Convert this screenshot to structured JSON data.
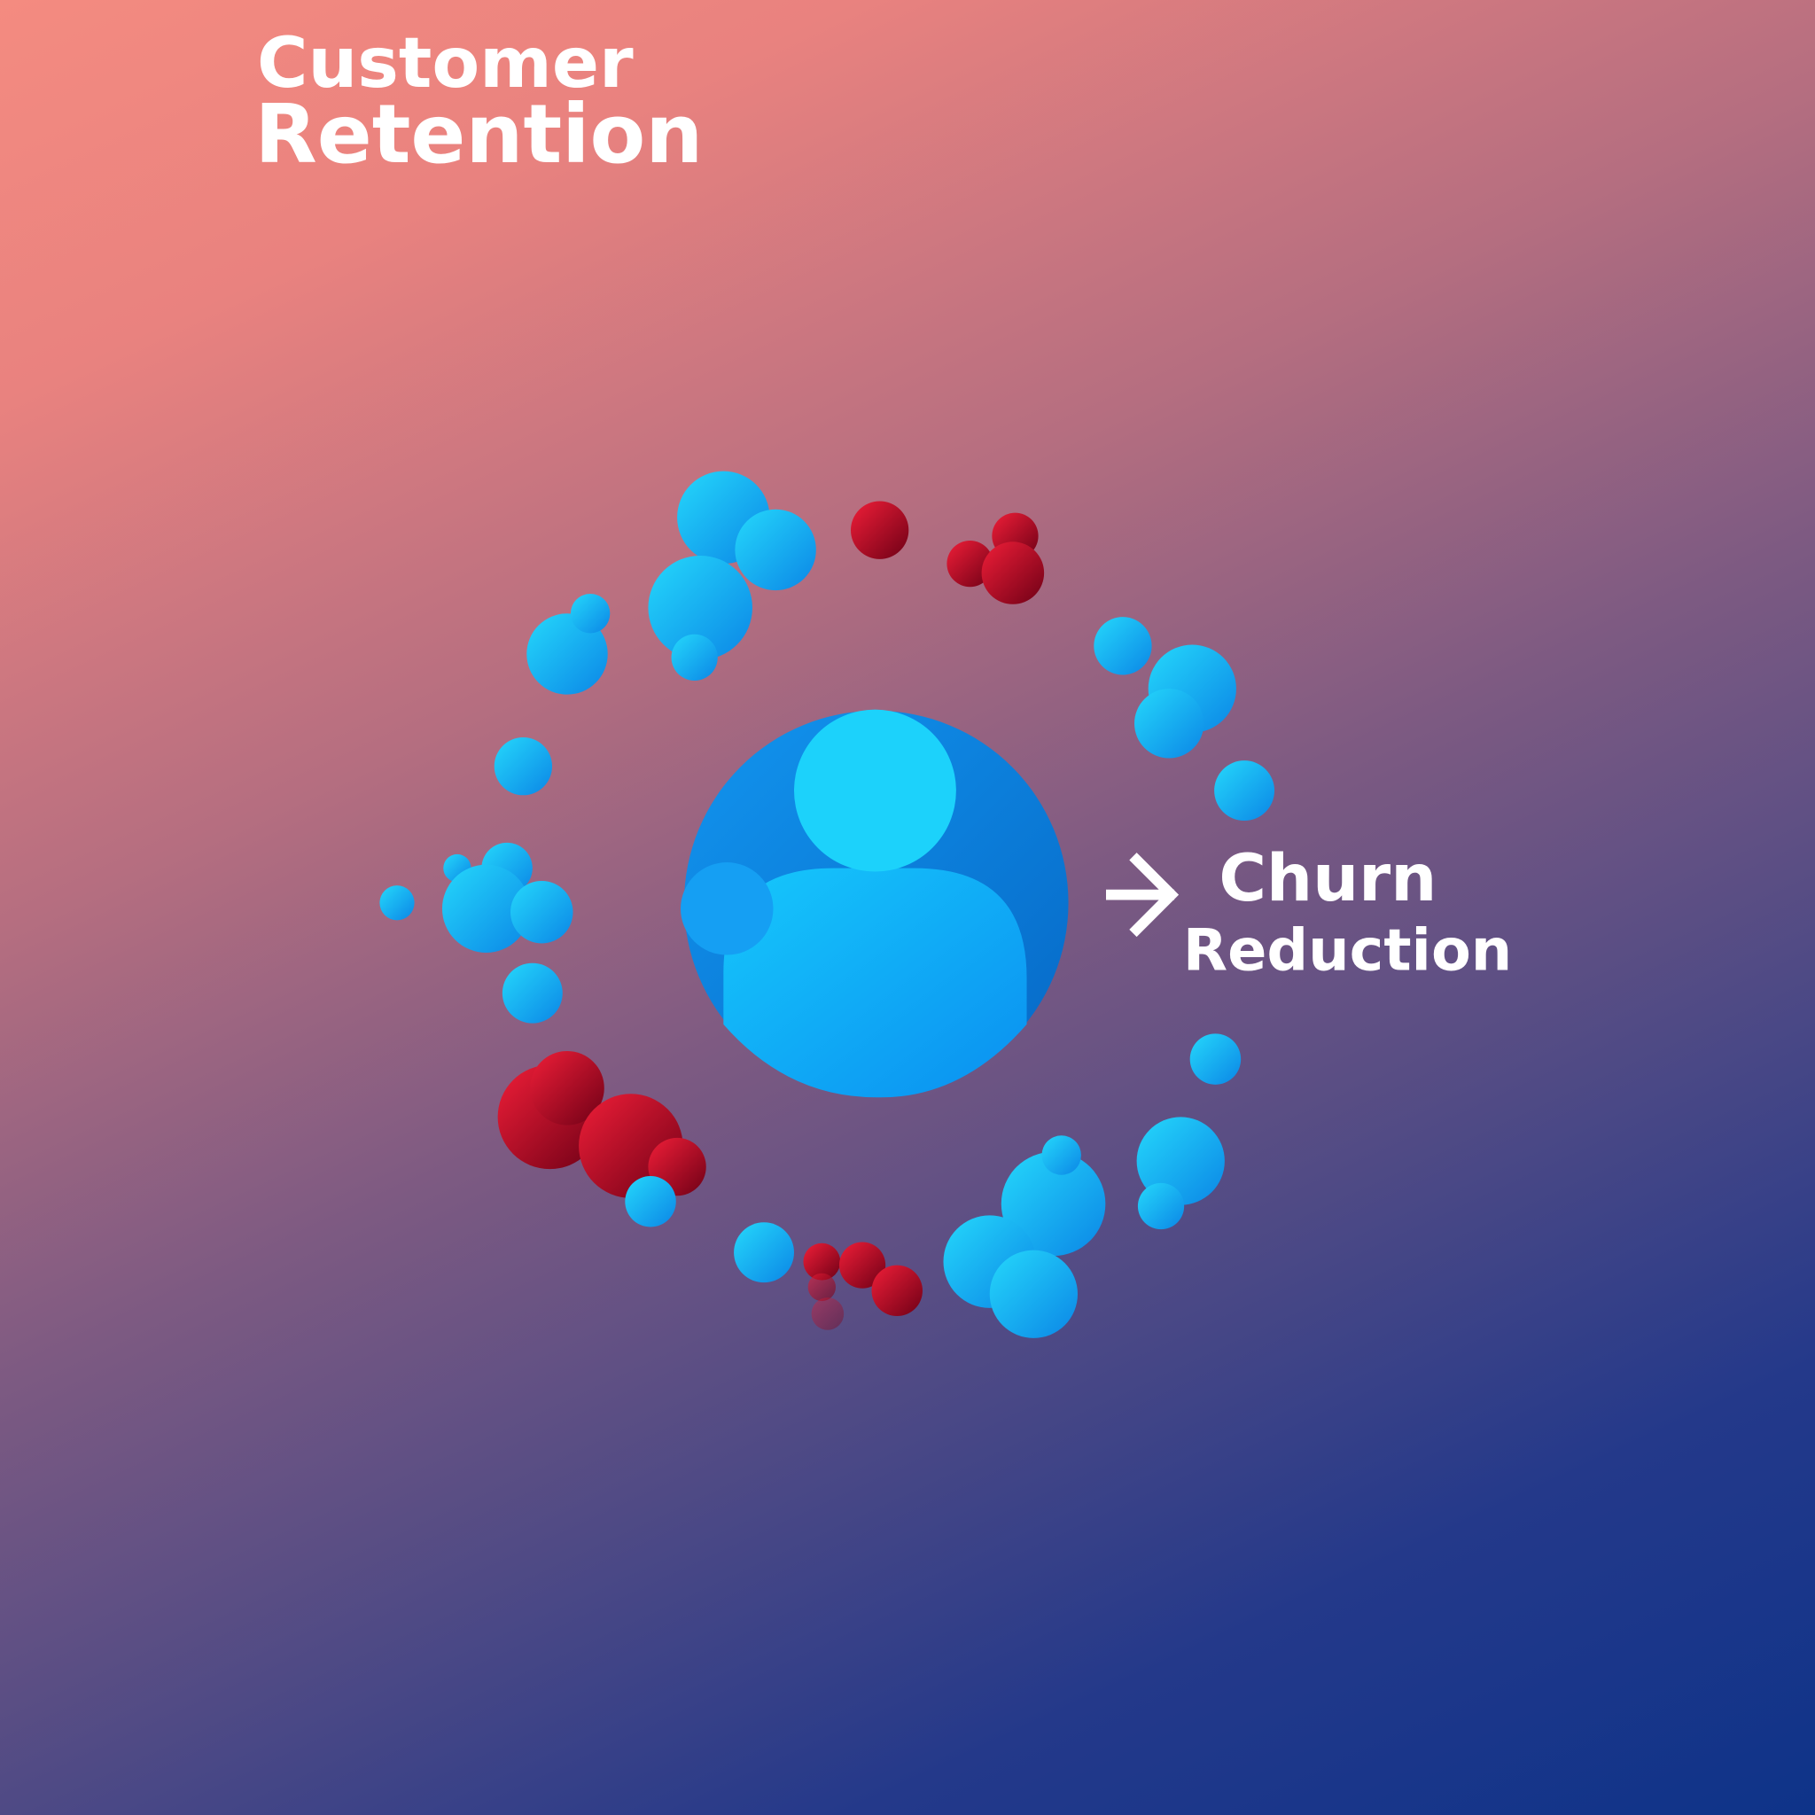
{
  "title": {
    "line1": "Customer",
    "line2": "Retention"
  },
  "label": {
    "line1": "Churn",
    "line2": "Reduction",
    "icon": "arrow-right-icon"
  },
  "center_icon": "user-icon",
  "colors": {
    "retained": "#1aa8f5",
    "churned": "#c8102e",
    "background_top": "#f48b80",
    "background_bottom": "#0e3389"
  }
}
